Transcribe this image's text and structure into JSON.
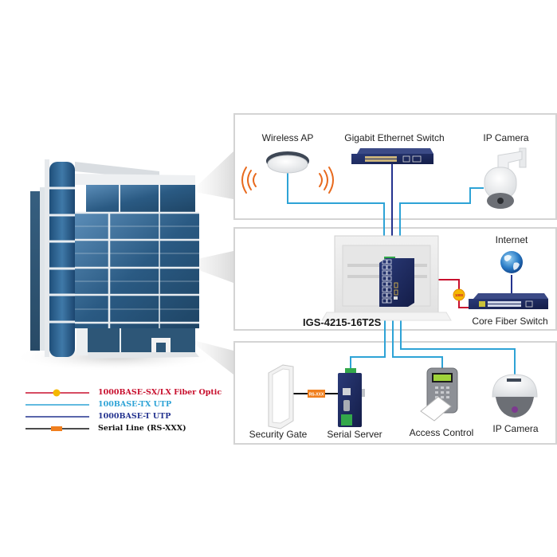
{
  "diagram": {
    "switch_model": "IGS-4215-16T2S",
    "zones": {
      "top": {
        "devices": [
          {
            "id": "wireless-ap",
            "label": "Wireless AP"
          },
          {
            "id": "gigabit-switch",
            "label": "Gigabit Ethernet Switch"
          },
          {
            "id": "ip-camera-ptz",
            "label": "IP Camera"
          }
        ]
      },
      "middle": {
        "devices": [
          {
            "id": "internet",
            "label": "Internet"
          },
          {
            "id": "core-fiber-switch",
            "label": "Core Fiber Switch"
          }
        ],
        "fiber_badge": "1000"
      },
      "bottom": {
        "devices": [
          {
            "id": "security-gate",
            "label": "Security Gate"
          },
          {
            "id": "serial-server",
            "label": "Serial Server"
          },
          {
            "id": "access-control",
            "label": "Access Control"
          },
          {
            "id": "ip-camera-dome",
            "label": "IP Camera"
          }
        ],
        "serial_badge": "RS-XXX"
      }
    },
    "legend": [
      {
        "id": "fiber",
        "label": "1000BASE-SX/LX Fiber  Optic",
        "color": "#c8102e",
        "marker": "circle",
        "badge": "1000"
      },
      {
        "id": "100tx",
        "label": "100BASE-TX UTP",
        "color": "#2ea3d6",
        "marker": "none"
      },
      {
        "id": "1000t",
        "label": "1000BASE-T UTP",
        "color": "#24338f",
        "marker": "none"
      },
      {
        "id": "serial",
        "label": "Serial Line (RS-XXX)",
        "color": "#111111",
        "marker": "rect",
        "badge": "RS-XXX"
      }
    ],
    "colors": {
      "utp_100": "#2ea3d6",
      "utp_1000": "#24338f",
      "fiber": "#c8102e",
      "serial": "#111111",
      "badge_orange": "#f07f1e",
      "badge_yellow": "#f5b800",
      "panel_border": "#d4d4d4",
      "building_glass": "#2f5f86"
    }
  }
}
